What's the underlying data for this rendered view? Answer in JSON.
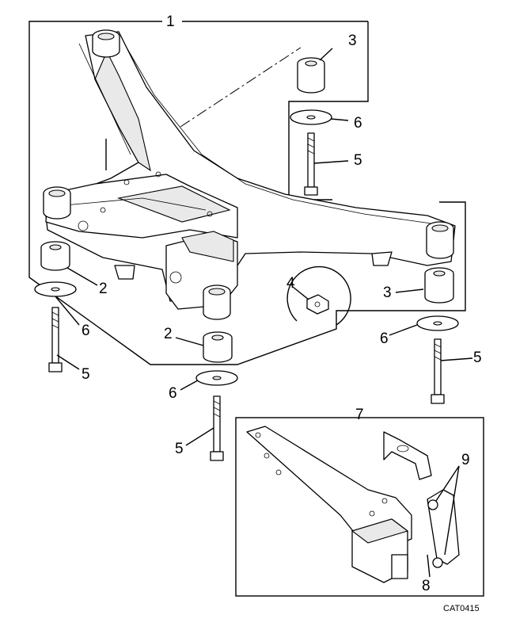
{
  "labels": {
    "l1": "1",
    "l2a": "2",
    "l2b": "2",
    "l3a": "3",
    "l3b": "3",
    "l4": "4",
    "l5a": "5",
    "l5b": "5",
    "l5c": "5",
    "l5d": "5",
    "l6a": "6",
    "l6b": "6",
    "l6c": "6",
    "l6d": "6",
    "l7": "7",
    "l8": "8",
    "l9": "9"
  },
  "catalog_code": "CAT0415"
}
